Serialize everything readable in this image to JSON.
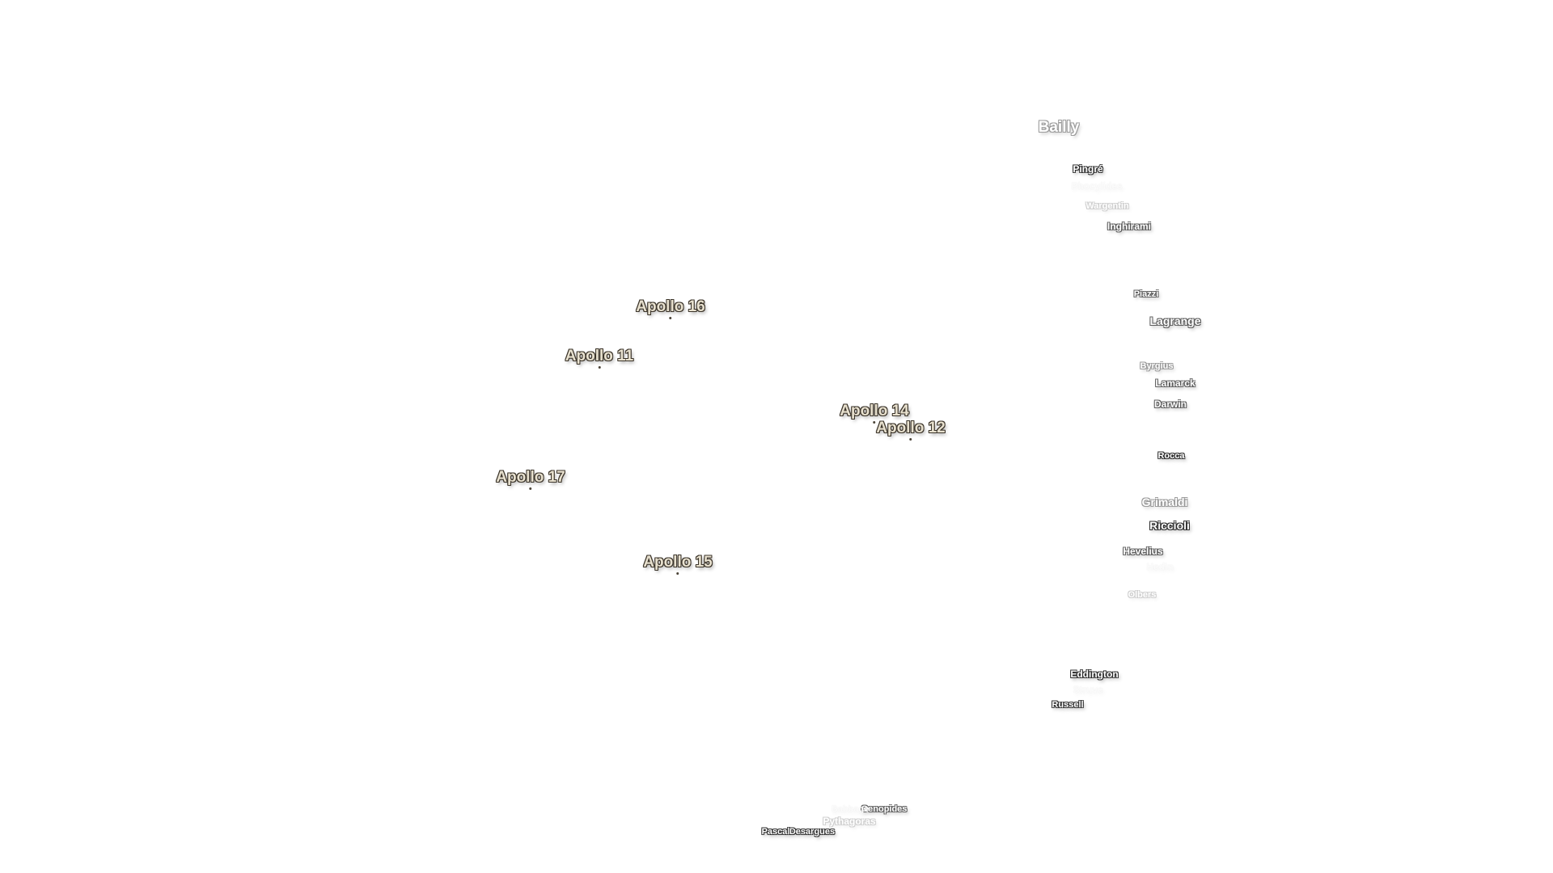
{
  "apollo_sites": [
    {
      "key": "apollo-16",
      "label": "Apollo 16"
    },
    {
      "key": "apollo-11",
      "label": "Apollo 11"
    },
    {
      "key": "apollo-14",
      "label": "Apollo 14"
    },
    {
      "key": "apollo-12",
      "label": "Apollo 12"
    },
    {
      "key": "apollo-17",
      "label": "Apollo 17"
    },
    {
      "key": "apollo-15",
      "label": "Apollo 15"
    }
  ],
  "craters": [
    {
      "key": "bailly",
      "label": "Bailly"
    },
    {
      "key": "pingre",
      "label": "Pingré"
    },
    {
      "key": "phocylides",
      "label": "Phocylides"
    },
    {
      "key": "wargentin",
      "label": "Wargentin"
    },
    {
      "key": "inghirami",
      "label": "Inghirami"
    },
    {
      "key": "piazzi",
      "label": "Piazzi"
    },
    {
      "key": "lagrange",
      "label": "Lagrange"
    },
    {
      "key": "byrgius",
      "label": "Byrgius"
    },
    {
      "key": "lamarck",
      "label": "Lamarck"
    },
    {
      "key": "darwin",
      "label": "Darwin"
    },
    {
      "key": "rocca",
      "label": "Rocca"
    },
    {
      "key": "grimaldi",
      "label": "Grimaldi"
    },
    {
      "key": "riccioli",
      "label": "Riccioli"
    },
    {
      "key": "hevelius",
      "label": "Hevelius"
    },
    {
      "key": "hedin",
      "label": "Hedin"
    },
    {
      "key": "olbers",
      "label": "Olbers"
    },
    {
      "key": "eddington",
      "label": "Eddington"
    },
    {
      "key": "struve",
      "label": "Struve"
    },
    {
      "key": "russell",
      "label": "Russell"
    },
    {
      "key": "oenopides",
      "label": "Oenopides"
    },
    {
      "key": "babbage",
      "label": "Babbage"
    },
    {
      "key": "pythagoras",
      "label": "Pythagoras"
    },
    {
      "key": "pascal",
      "label": "Pascal"
    },
    {
      "key": "desargues",
      "label": "Desargues"
    }
  ]
}
